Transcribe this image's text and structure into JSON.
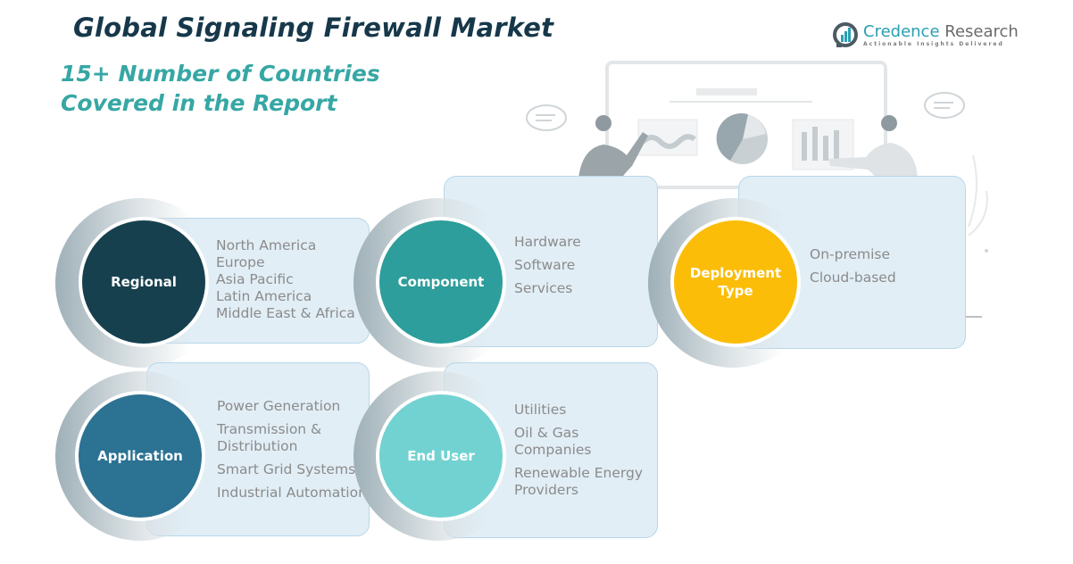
{
  "header": {
    "title": "Global Signaling Firewall Market",
    "subtitle_line1": "15+ Number of Countries",
    "subtitle_line2": "Covered in the Report"
  },
  "logo": {
    "name_part1": "Credence ",
    "name_part2": "Research",
    "tagline": "Actionable Insights Delivered",
    "icon": "bar-chart-circle-logo-icon"
  },
  "illustration": {
    "icon": "presentation-board-illustration",
    "description": "Two people presenting charts on a board"
  },
  "colors": {
    "regional": "#17404f",
    "component": "#2d9e9b",
    "deployment": "#fbbd08",
    "application": "#2b7293",
    "end_user": "#72d2d2",
    "card_bg": "#e1eef6",
    "title": "#16384a",
    "subtitle": "#36a7a4"
  },
  "segments": {
    "regional": {
      "label": "Regional",
      "items": [
        "North America",
        "Europe",
        "Asia Pacific",
        "Latin America",
        "Middle East & Africa"
      ]
    },
    "component": {
      "label": "Component",
      "items": [
        "Hardware",
        "Software",
        "Services"
      ]
    },
    "deployment": {
      "label_line1": "Deployment",
      "label_line2": "Type",
      "items": [
        "On-premise",
        "Cloud-based"
      ]
    },
    "application": {
      "label": "Application",
      "items": [
        "Power Generation",
        "Transmission &",
        "Distribution",
        "Smart Grid Systems",
        "Industrial Automation"
      ]
    },
    "end_user": {
      "label": "End User",
      "items": [
        "Utilities",
        "Oil & Gas",
        "Companies",
        "Renewable Energy",
        "Providers"
      ]
    }
  }
}
